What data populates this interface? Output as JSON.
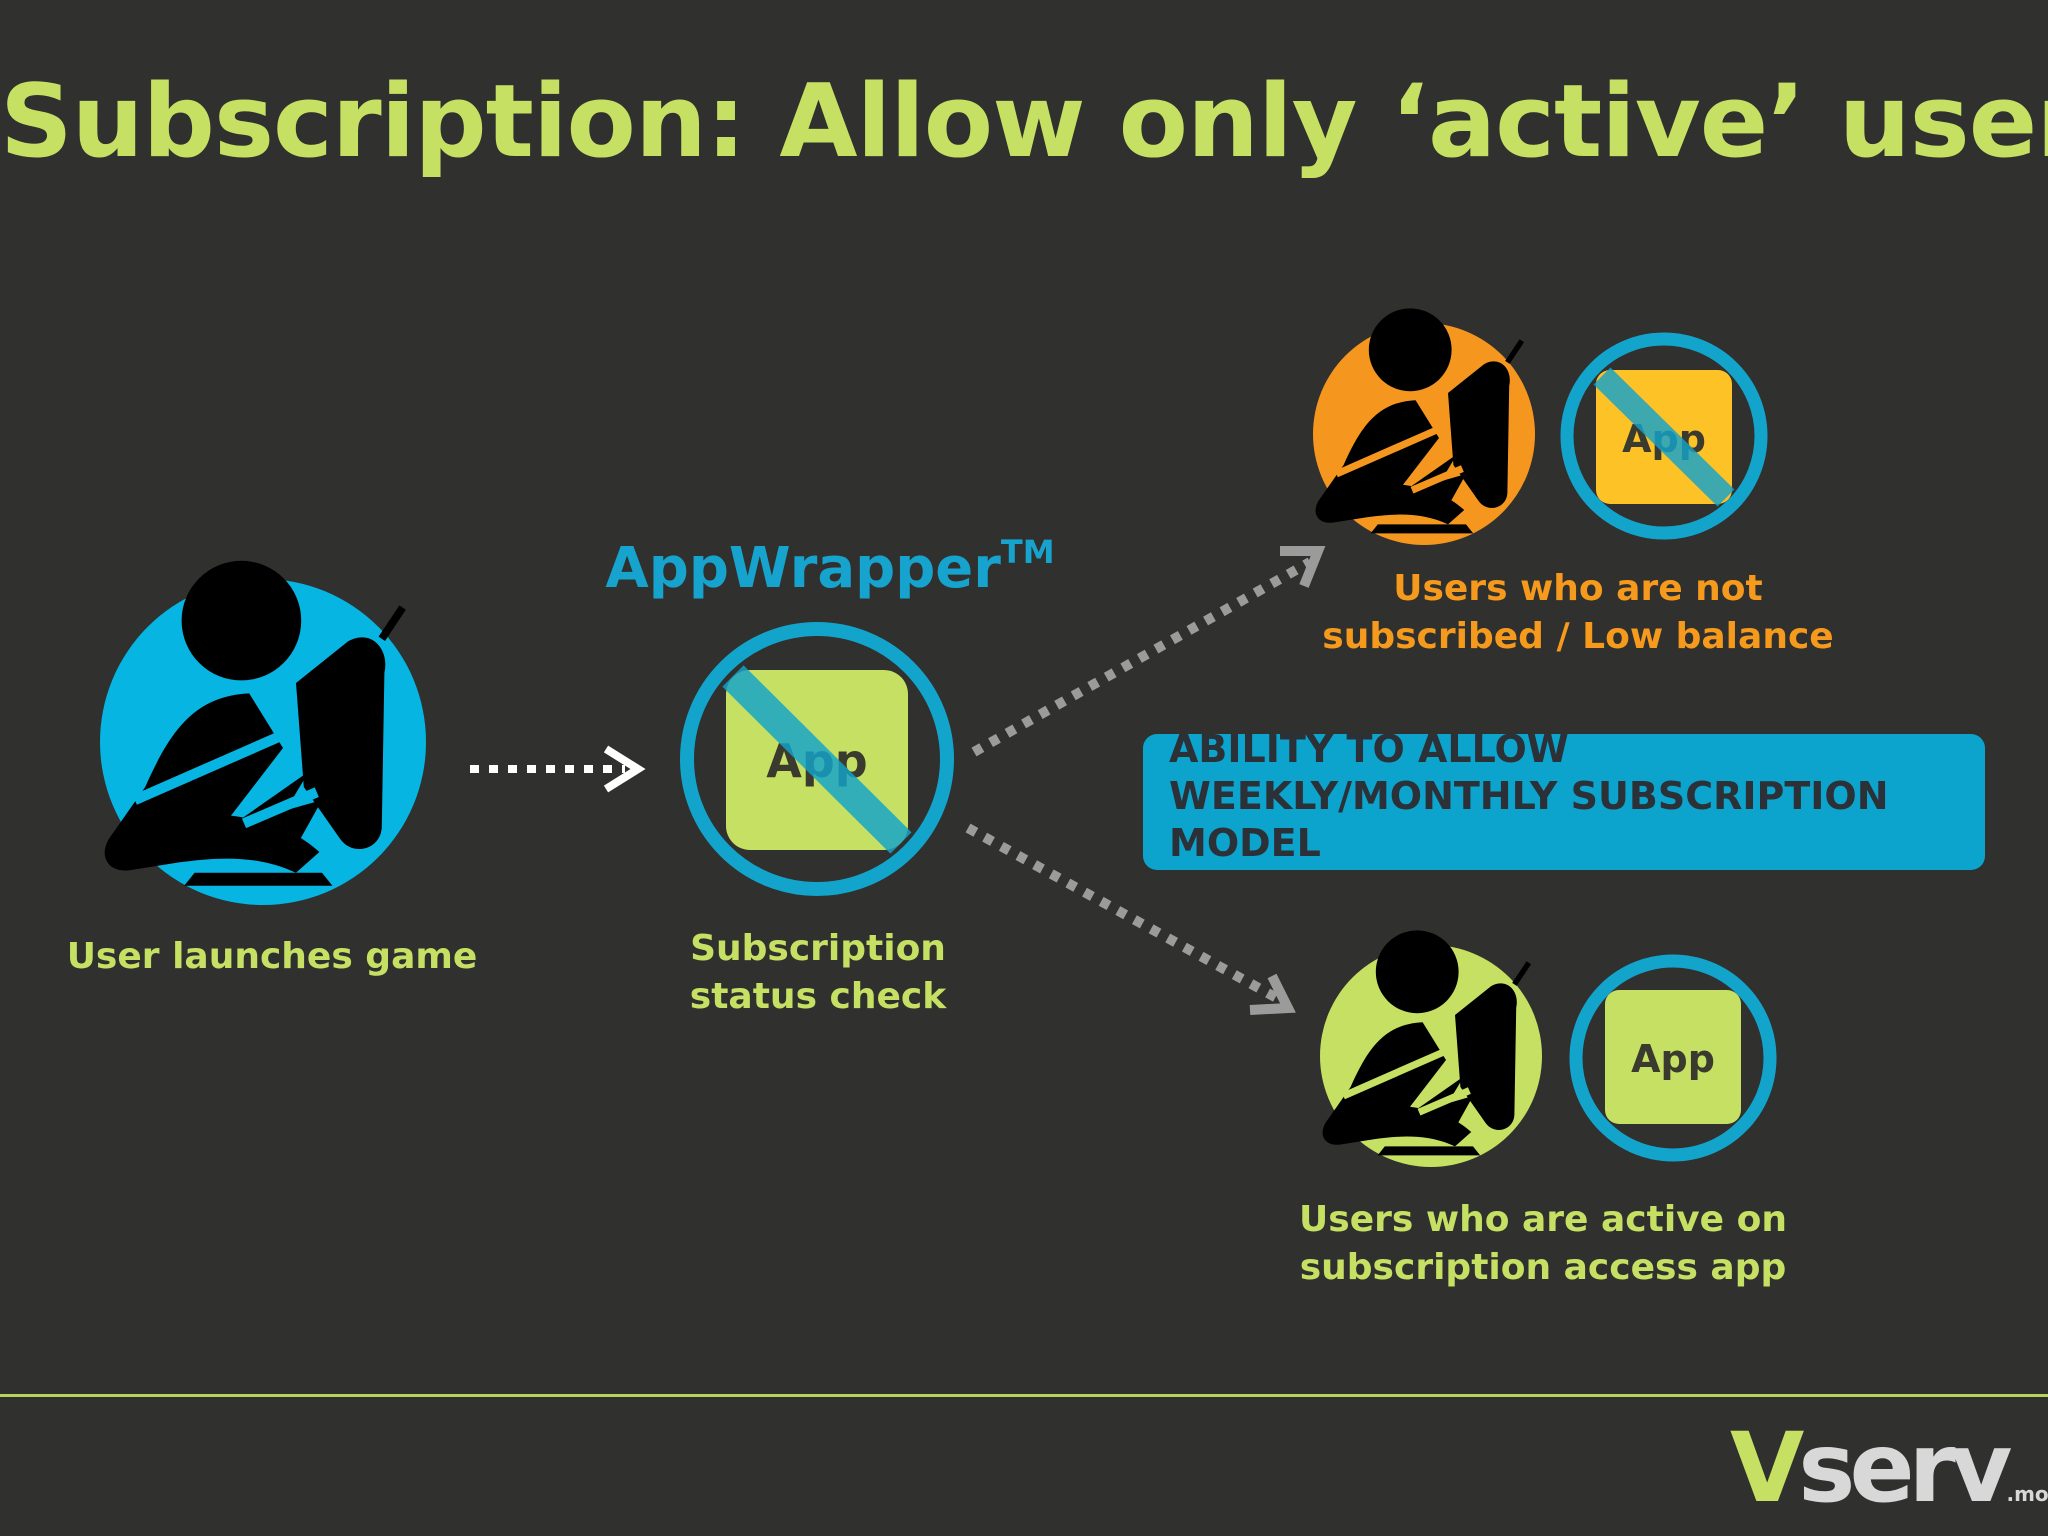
{
  "title": "Subscription: Allow only ‘active’ users",
  "appwrapper": {
    "name": "AppWrapper",
    "trademark": "TM"
  },
  "nodes": {
    "user_launch": {
      "label": "User launches game"
    },
    "status_check": {
      "label_line1": "Subscription",
      "label_line2": "status check",
      "app_label": "App"
    },
    "not_subscribed": {
      "label_line1": "Users who are not",
      "label_line2": "subscribed / Low balance",
      "app_label": "App"
    },
    "active_users": {
      "label_line1": "Users who are active on",
      "label_line2": "subscription access app",
      "app_label": "App"
    }
  },
  "banner": {
    "text": "ABILITY TO ALLOW\nWEEKLY/MONTHLY SUBSCRIPTION\nMODEL"
  },
  "logo": {
    "brand_v": "V",
    "brand_rest": "serv",
    "suffix": ".mobi"
  },
  "colors": {
    "background": "#30302e",
    "accent_green": "#c5e063",
    "accent_orange": "#f59a1c",
    "accent_blue": "#16a3cd",
    "app_yellow": "#fdc226"
  },
  "icons": [
    "user-at-computer-icon",
    "no-access-icon",
    "app-icon",
    "dotted-arrow-icon"
  ]
}
